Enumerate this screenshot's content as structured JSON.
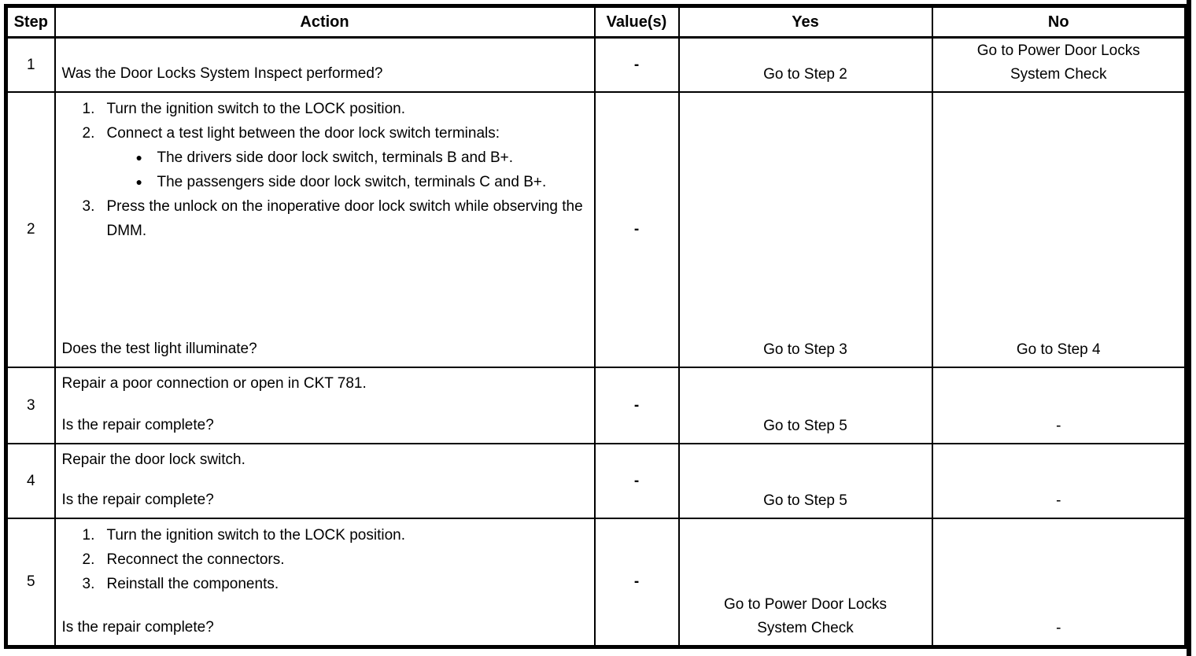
{
  "icons": {
    "bullet": "●"
  },
  "table": {
    "headers": [
      "Step",
      "Action",
      "Value(s)",
      "Yes",
      "No"
    ],
    "rows": [
      {
        "step": "1",
        "action": {
          "question": "Was the Door Locks System Inspect performed?"
        },
        "value": "-",
        "yes": "Go to Step 2",
        "no": "Go to Power Door Locks\nSystem Check"
      },
      {
        "step": "2",
        "action": {
          "list": [
            {
              "num": "1.",
              "text": "Turn the ignition switch to the LOCK position."
            },
            {
              "num": "2.",
              "text": "Connect a test light between the door lock switch terminals:",
              "bullets": [
                "The drivers side door lock switch, terminals B and B+.",
                "The passengers side door lock switch, terminals C and B+."
              ]
            },
            {
              "num": "3.",
              "text": "Press the unlock on the inoperative door lock switch while observing the DMM."
            }
          ],
          "question": "Does the test light illuminate?"
        },
        "value": "-",
        "yes": "Go to Step 3",
        "no": "Go to Step 4"
      },
      {
        "step": "3",
        "action": {
          "text": "Repair a poor connection or open in CKT 781.",
          "question": "Is the repair complete?"
        },
        "value": "-",
        "yes": "Go to Step 5",
        "no": "-"
      },
      {
        "step": "4",
        "action": {
          "text": "Repair the door lock switch.",
          "question": "Is the repair complete?"
        },
        "value": "-",
        "yes": "Go to Step 5",
        "no": "-"
      },
      {
        "step": "5",
        "action": {
          "list": [
            {
              "num": "1.",
              "text": "Turn the ignition switch to the LOCK position."
            },
            {
              "num": "2.",
              "text": "Reconnect the connectors."
            },
            {
              "num": "3.",
              "text": "Reinstall the components."
            }
          ],
          "question": "Is the repair complete?"
        },
        "value": "-",
        "yes": "Go to Power Door Locks\nSystem Check",
        "no": "-"
      }
    ]
  }
}
